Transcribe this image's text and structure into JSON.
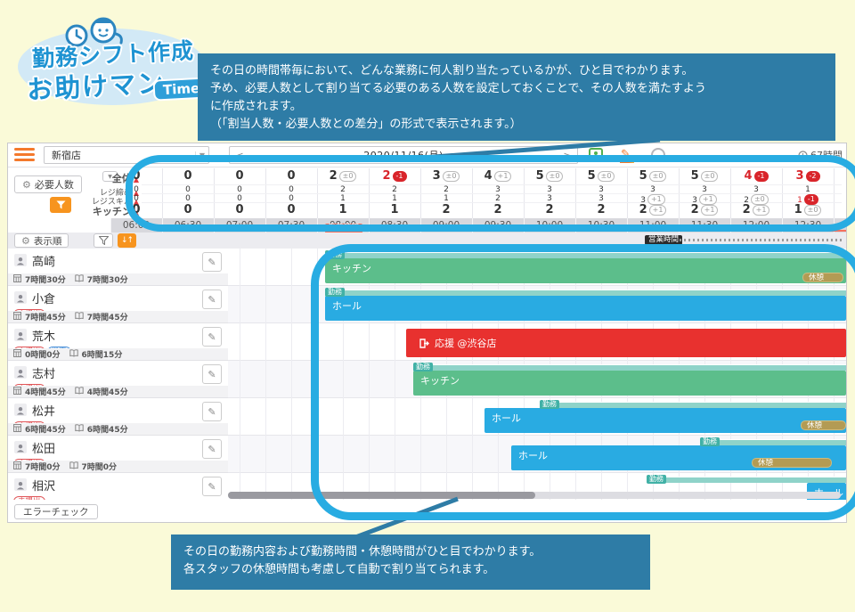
{
  "logo": {
    "line1": "勤務シフト作成",
    "line2": "お助けマン",
    "tag": "Time"
  },
  "callout_top": {
    "lines": [
      "その日の時間帯毎において、どんな業務に何人割り当たっているかが、ひと目でわかります。",
      "予め、必要人数として割り当てる必要のある人数を設定しておくことで、その人数を満たすよう",
      "に作成されます。",
      "（「割当人数・必要人数との差分」の形式で表示されます。）"
    ]
  },
  "callout_bottom": {
    "lines": [
      "その日の勤務内容および勤務時間・休憩時間がひと目でわかります。",
      "各スタッフの休憩時間も考慮して自動で割り当てられます。"
    ]
  },
  "header": {
    "store": "新宿店",
    "date": "2020/11/16(月)",
    "prev": "<",
    "next": ">",
    "total_hours": "67時間"
  },
  "needs": {
    "button": "必要人数",
    "rows": [
      {
        "label": "全体",
        "size": "lg",
        "cells": [
          "0",
          "0",
          "0",
          "0",
          {
            "v": "2",
            "pill": "±0"
          },
          {
            "v": "2",
            "pill": "-1",
            "neg": true
          },
          {
            "v": "3",
            "pill": "±0"
          },
          {
            "v": "4",
            "pill": "+1"
          },
          {
            "v": "5",
            "pill": "±0"
          },
          {
            "v": "5",
            "pill": "±0"
          },
          {
            "v": "5",
            "pill": "±0"
          },
          {
            "v": "5",
            "pill": "±0"
          },
          {
            "v": "4",
            "pill": "-1",
            "neg": true
          },
          {
            "v": "3",
            "pill": "-2",
            "neg": true
          }
        ]
      },
      {
        "label": "レジ締め",
        "size": "sm",
        "cells": [
          "0",
          "0",
          "0",
          "0",
          "2",
          "2",
          "2",
          "3",
          "3",
          "3",
          "3",
          "3",
          "3",
          "1"
        ]
      },
      {
        "label": "レジスキル",
        "size": "sm",
        "cells": [
          "0",
          "0",
          "0",
          "0",
          "1",
          "1",
          "1",
          "2",
          "3",
          "3",
          {
            "v": "3",
            "pill": "+1"
          },
          {
            "v": "3",
            "pill": "+1"
          },
          {
            "v": "2",
            "pill": "±0"
          },
          {
            "v": "1",
            "pill": "-1",
            "neg": true
          }
        ]
      },
      {
        "label": "キッチン",
        "size": "lg",
        "cells": [
          "0",
          "0",
          "0",
          "0",
          "1",
          "1",
          "2",
          "2",
          "2",
          "2",
          {
            "v": "2",
            "pill": "+1"
          },
          {
            "v": "2",
            "pill": "+1"
          },
          {
            "v": "2",
            "pill": "+1"
          },
          {
            "v": "1",
            "pill": "±0"
          }
        ]
      }
    ]
  },
  "timeline": {
    "times": [
      "06:00",
      "06:30",
      "07:00",
      "07:30",
      "08:00",
      "08:30",
      "09:00",
      "09:30",
      "10:00",
      "10:30",
      "11:00",
      "11:30",
      "12:00",
      "12:30"
    ],
    "work_label": "勤務時間",
    "business_label": "営業時間"
  },
  "sidebar": {
    "order_button": "表示順",
    "error_button": "エラーチェック"
  },
  "staff": [
    {
      "name": "高崎",
      "badges": [],
      "planned": "7時間30分",
      "actual": "7時間30分"
    },
    {
      "name": "小倉",
      "badges": [
        "未提出"
      ],
      "planned": "7時間45分",
      "actual": "7時間45分"
    },
    {
      "name": "荒木",
      "badges": [
        "未提出",
        "指定"
      ],
      "planned": "0時間0分",
      "actual": "6時間15分"
    },
    {
      "name": "志村",
      "badges": [
        "未提出"
      ],
      "planned": "4時間45分",
      "actual": "4時間45分"
    },
    {
      "name": "松井",
      "badges": [
        "未提出"
      ],
      "planned": "6時間45分",
      "actual": "6時間45分"
    },
    {
      "name": "松田",
      "badges": [
        "未提出"
      ],
      "planned": "7時間0分",
      "actual": "7時間0分"
    },
    {
      "name": "相沢",
      "badges": [
        "未提出"
      ],
      "planned": "",
      "actual": ""
    }
  ],
  "labels": {
    "work": "勤務",
    "kitchen": "キッチン",
    "hall": "ホール",
    "break": "休憩",
    "support": "応援 @渋谷店"
  },
  "colors": {
    "bar_kitchen": "#5CBE8B",
    "bar_hall": "#29ABE2",
    "bar_support": "#E8312F",
    "break_badge": "#B39B54",
    "work_badge": "#41B1A6",
    "work_time_line": "#F4705E",
    "highlight": "#28ACE2",
    "callout": "#2E7CA6",
    "alert_red": "#D9252B",
    "brand_orange": "#F4792C"
  }
}
